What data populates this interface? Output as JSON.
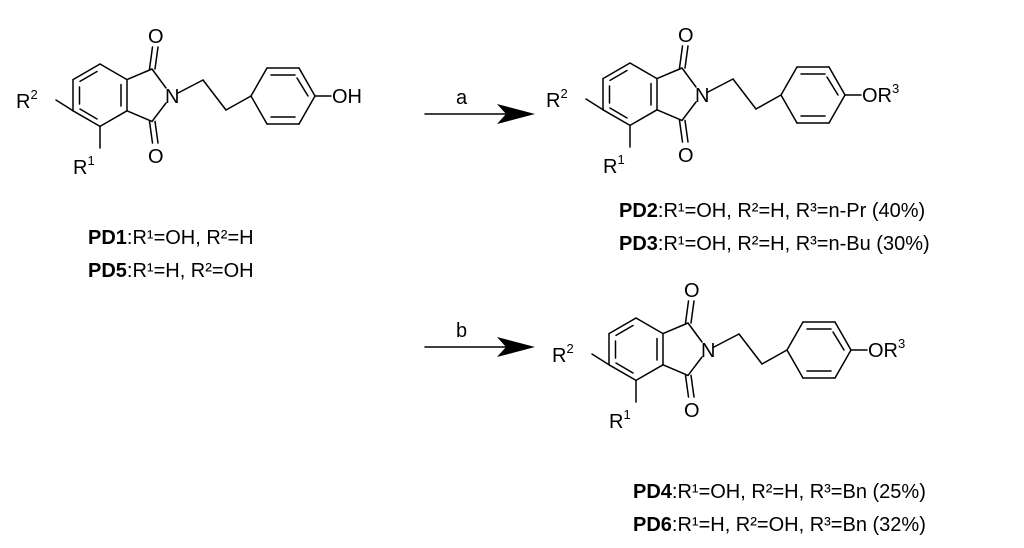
{
  "molecule_atoms": {
    "oxygen": "O",
    "nitrogen": "N",
    "hydroxyl": "OH",
    "r1": "R",
    "r1_sup": "1",
    "r2": "R",
    "r2_sup": "2",
    "ether_or": "OR",
    "ether_sup": "3"
  },
  "arrows": {
    "a_label": "a",
    "b_label": "b"
  },
  "compounds": [
    {
      "name": "PD1",
      "text": ":R¹=OH, R²=H"
    },
    {
      "name": "PD5",
      "text": ":R¹=H, R²=OH"
    },
    {
      "name": "PD2",
      "text": ":R¹=OH, R²=H, R³=n-Pr (40%)"
    },
    {
      "name": "PD3",
      "text": ":R¹=OH, R²=H, R³=n-Bu (30%)"
    },
    {
      "name": "PD4",
      "text": ":R¹=OH, R²=H, R³=Bn (25%)"
    },
    {
      "name": "PD6",
      "text": ":R¹=H, R²=OH, R³=Bn (32%)"
    }
  ]
}
